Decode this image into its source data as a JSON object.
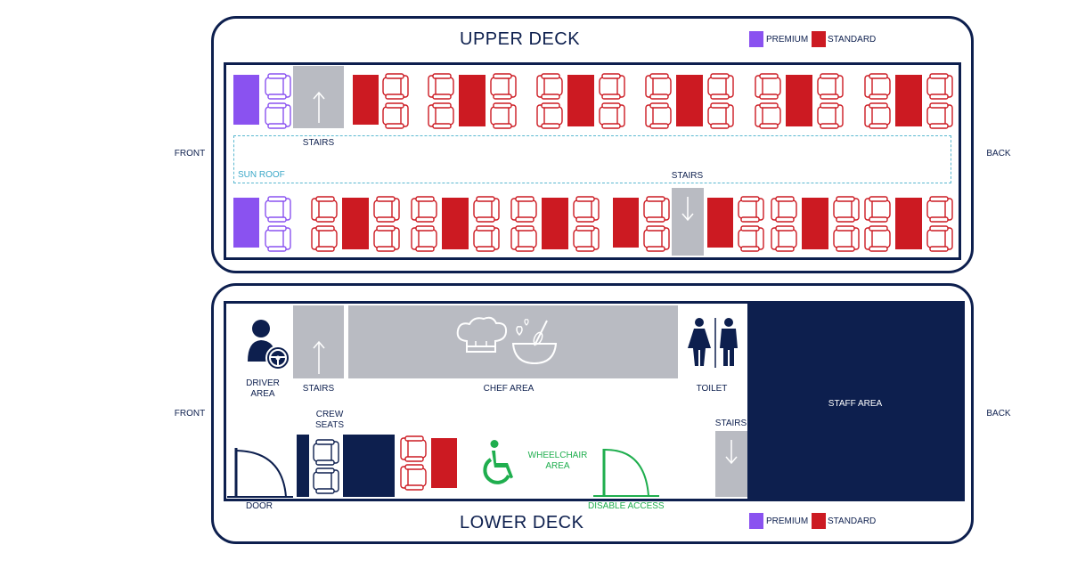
{
  "colors": {
    "navy": "#0d1f4e",
    "premium": "#8a52f0",
    "standard": "#cc1a22",
    "grey": "#b9bbc2",
    "wheelchair": "#1fae4e",
    "sunroof": "#5ab8d0"
  },
  "orientation": {
    "front": "FRONT",
    "back": "BACK"
  },
  "upper_deck": {
    "title": "UPPER DECK",
    "legend": {
      "premium": "PREMIUM",
      "standard": "STANDARD"
    },
    "stairs_label": "STAIRS",
    "sunroof_label": "SUN ROOF"
  },
  "lower_deck": {
    "title": "LOWER DECK",
    "legend": {
      "premium": "PREMIUM",
      "standard": "STANDARD"
    },
    "driver_label": "DRIVER AREA",
    "stairs_label": "STAIRS",
    "chef_label": "CHEF AREA",
    "toilet_label": "TOILET",
    "staff_label": "STAFF AREA",
    "crew_label": "CREW SEATS",
    "wheelchair_label": "WHEELCHAIR AREA",
    "door_label": "DOOR",
    "disable_label": "DISABLE ACCESS"
  }
}
